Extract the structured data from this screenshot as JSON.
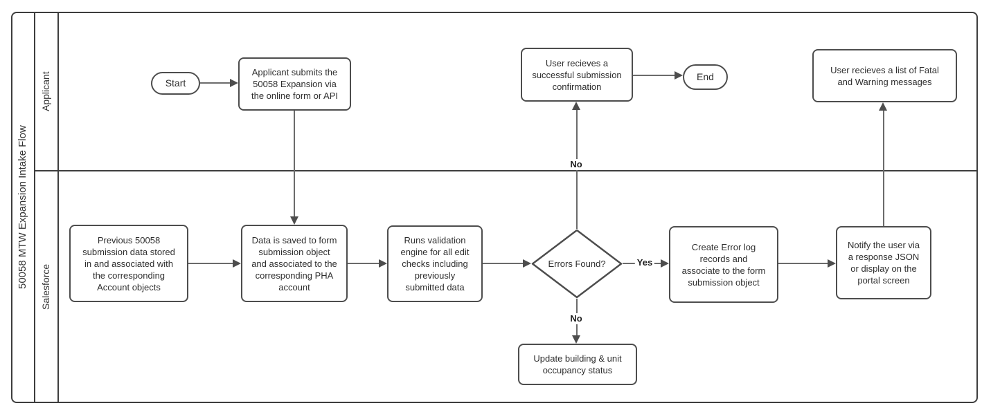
{
  "diagram": {
    "title": "50058 MTW Expansion Intake Flow",
    "lanes": [
      {
        "label": "Applicant"
      },
      {
        "label": "Salesforce"
      }
    ],
    "nodes": {
      "start": {
        "type": "terminator",
        "label": "Start"
      },
      "applicant_submits": {
        "type": "process",
        "label": "Applicant submits the\n50058 Expansion via\nthe online form or API"
      },
      "success_confirmation": {
        "type": "process",
        "label": "User recieves a\nsuccessful submission\nconfirmation"
      },
      "end": {
        "type": "terminator",
        "label": "End"
      },
      "fatal_warning_list": {
        "type": "process",
        "label": "User recieves a list of Fatal\nand Warning messages"
      },
      "previous_submission": {
        "type": "process",
        "label": "Previous 50058\nsubmission data stored\nin and associated with\nthe corresponding\nAccount objects"
      },
      "data_saved": {
        "type": "process",
        "label": "Data is saved to form\nsubmission object\nand associated to the\ncorresponding PHA\naccount"
      },
      "runs_validation": {
        "type": "process",
        "label": "Runs validation\nengine for all edit\nchecks including\npreviously\nsubmitted data"
      },
      "errors_found": {
        "type": "decision",
        "label": "Errors Found?"
      },
      "create_error_log": {
        "type": "process",
        "label": "Create Error log\nrecords and\nassociate to the form\nsubmission object"
      },
      "notify_user": {
        "type": "process",
        "label": "Notify the user via\na response JSON\nor display on the\nportal screen"
      },
      "update_occupancy": {
        "type": "process",
        "label": "Update building & unit\noccupancy status"
      }
    },
    "edge_labels": {
      "yes": "Yes",
      "no_to_confirmation": "No",
      "no_to_occupancy": "No"
    },
    "colors": {
      "shape_border": "#4d4d4d",
      "connector": "#6b6b6b",
      "pool_border": "#3d3d3d",
      "text": "#2e2e2e",
      "background": "#ffffff"
    }
  }
}
